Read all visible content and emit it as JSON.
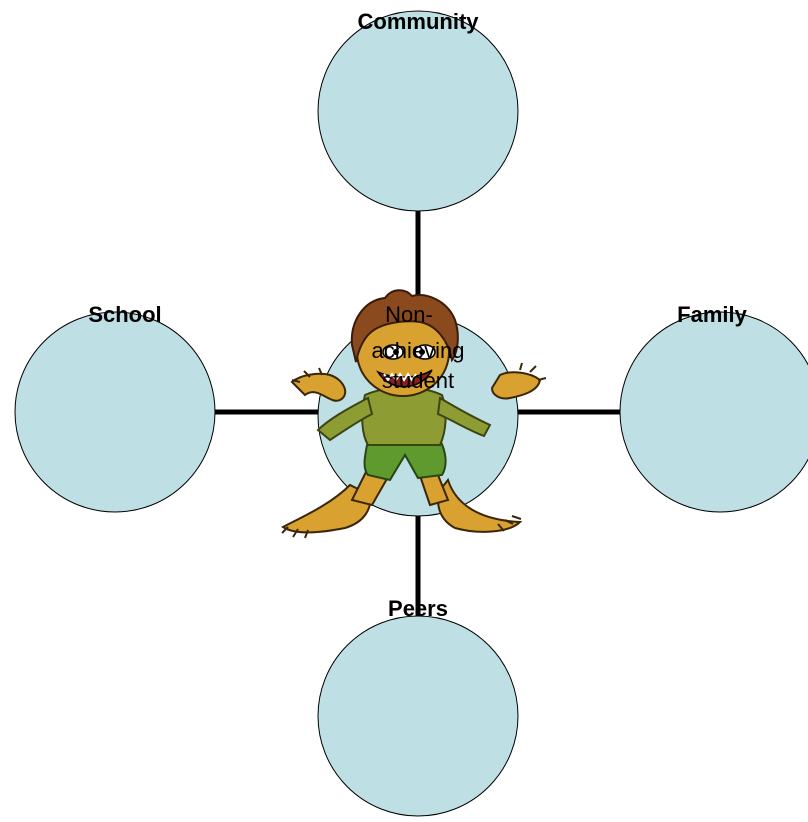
{
  "diagram": {
    "center_label_lines": [
      "Non-",
      "achieving",
      "student"
    ],
    "nodes": [
      {
        "id": "community",
        "label": "Community"
      },
      {
        "id": "school",
        "label": "School"
      },
      {
        "id": "family",
        "label": "Family"
      },
      {
        "id": "peers",
        "label": "Peers"
      }
    ],
    "circle_fill": "#bee0e4",
    "stroke_color": "#000000",
    "connector_color": "#000000"
  },
  "illustration": {
    "icon": "werewolf-monster-clipart",
    "colors": {
      "fur": "#d9a230",
      "hair": "#8a4a1e",
      "shirt": "#8e9c34",
      "pants": "#5f9a2e"
    }
  }
}
